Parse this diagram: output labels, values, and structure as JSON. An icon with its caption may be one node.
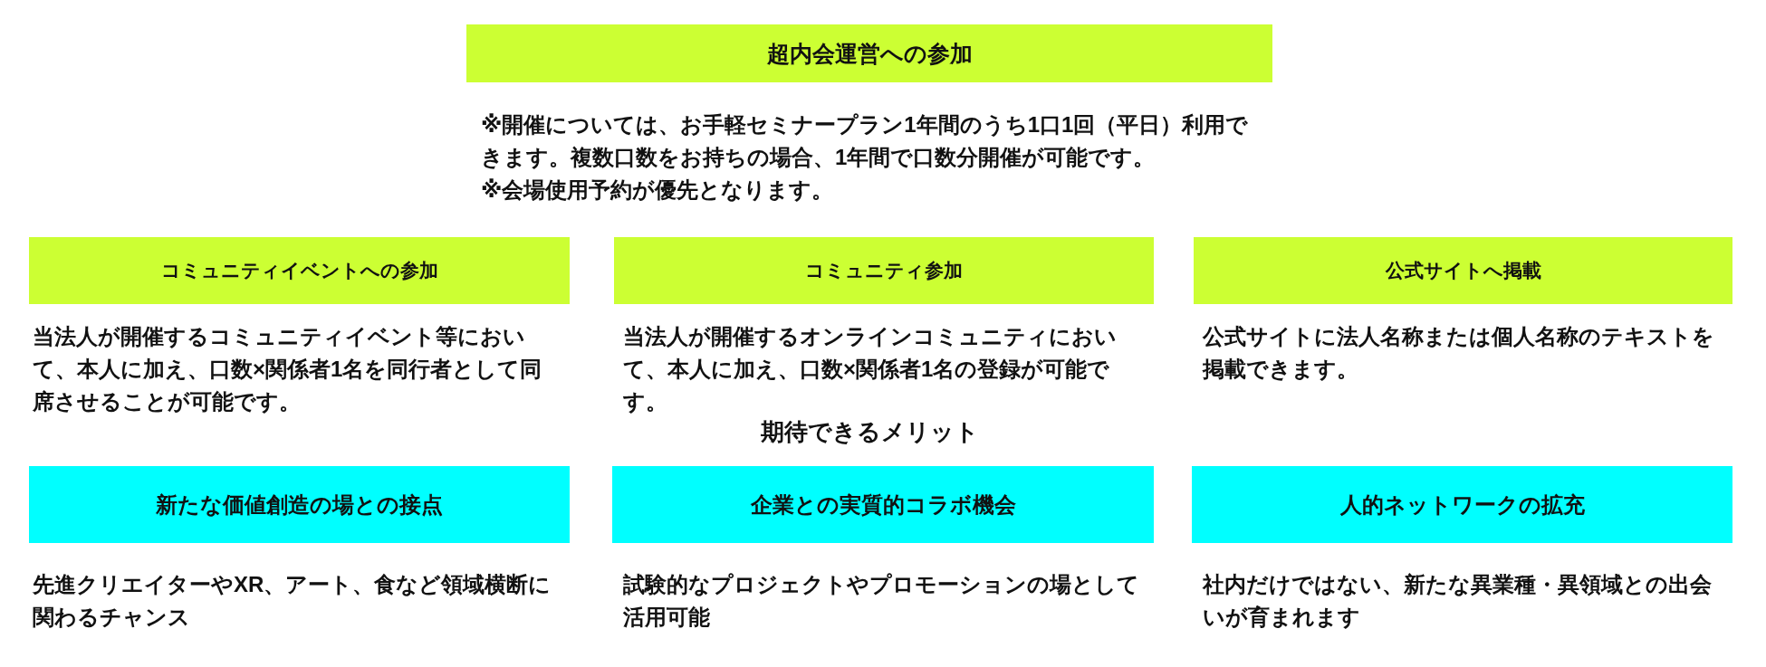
{
  "diagram": {
    "nodes": [
      {
        "text": [
          "超内会運営への参加"
        ]
      },
      {
        "text": [
          "コミュニティイベントへの参加"
        ],
        "beside": [
          "当法人が開催するコミュニティイベント等において、本人に加え、口数×関係者1名を同行者として同席させることが可能です。"
        ]
      },
      {
        "text": [
          "コミュニティ参加"
        ],
        "beside": [
          "当法人が開催するオンラインコミュニティにおいて、本人に加え、口数×関係者1名の登録が可能です。"
        ]
      },
      {
        "text": [
          "公式サイトへ掲載"
        ],
        "beside": [
          "公式サイトに法人名称または個人名称のテキストを掲載できます。"
        ]
      },
      {
        "text": [
          "新たな価値創造の場との接点"
        ],
        "beside": [
          "先進クリエイターやXR、アート、食など領域横断に関わるチャンス"
        ]
      },
      {
        "text": [
          "企業との実質的コラボ機会"
        ],
        "beside": [
          "試験的なプロジェクトやプロモーションの場として活用可能"
        ]
      },
      {
        "text": [
          "人的ネットワークの拡充"
        ],
        "beside": [
          "社内だけではない、新たな異業種・異領域との出会いが育まれます"
        ]
      }
    ],
    "labels": [
      "※開催については、お手軽セミナープラン1年間のうち1口1回（平日）利用できます。複数口数をお持ちの場合、1年間で口数分開催が可能です。",
      "※会場使用予約が優先となります。",
      "期待できるメリット"
    ]
  }
}
